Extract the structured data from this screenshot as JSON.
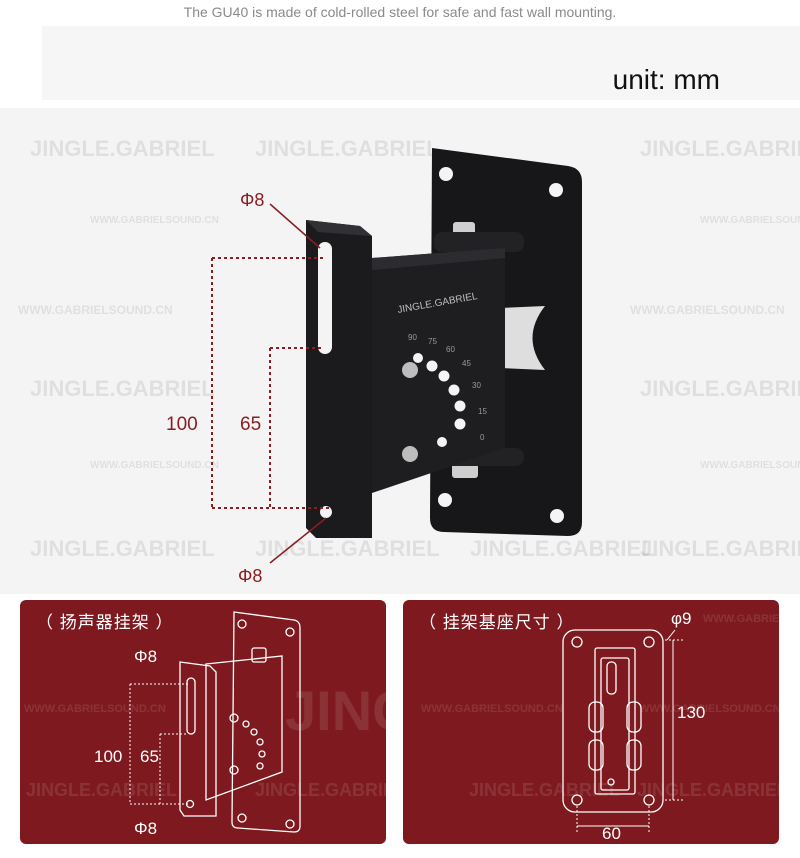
{
  "caption": "The GU40 is made of cold-rolled steel for safe and fast wall mounting.",
  "unit_label": "unit: mm",
  "watermark": {
    "brand": "JINGLE.GABRIEL",
    "site": "WWW.GABRIELSOUND.CN",
    "logo": "JINGLE"
  },
  "product": {
    "plate_brand": "JINGLE.GABRIEL",
    "angle_marks": [
      "90",
      "75",
      "60",
      "45",
      "30",
      "15",
      "0"
    ]
  },
  "hero_dims": {
    "hole_top": "Φ8",
    "hole_bottom": "Φ8",
    "outer_span": "100",
    "inner_span": "65"
  },
  "left_panel": {
    "title": "（ 扬声器挂架 ）",
    "hole_top": "Φ8",
    "hole_bottom": "Φ8",
    "outer_span": "100",
    "inner_span": "65"
  },
  "right_panel": {
    "title": "（ 挂架基座尺寸 ）",
    "hole": "φ9",
    "height": "130",
    "width": "60"
  },
  "colors": {
    "panel_red": "#7e1a1f",
    "dimension_red": "#8a1e22",
    "bracket_black": "#1b1b1d"
  }
}
